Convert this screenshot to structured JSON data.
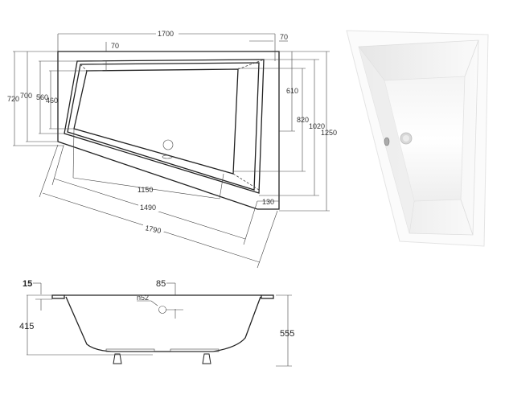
{
  "top_view": {
    "dimensions": {
      "overall_width": "1700",
      "rim_top": "70",
      "rim_right": "70",
      "left_720": "720",
      "left_700": "700",
      "left_560": "560",
      "left_460": "460",
      "right_610": "610",
      "right_820": "820",
      "right_1020": "1020",
      "right_1250": "1250",
      "bottom_130": "130",
      "diag_1150": "1150",
      "diag_1490": "1490",
      "diag_1790": "1790"
    }
  },
  "side_view": {
    "dimensions": {
      "rim_thickness": "15",
      "rim_offset": "85",
      "overflow": "n52",
      "depth": "415",
      "total_height": "555"
    }
  },
  "photo": {
    "subject": "Asymmetric corner bathtub, white acrylic"
  }
}
